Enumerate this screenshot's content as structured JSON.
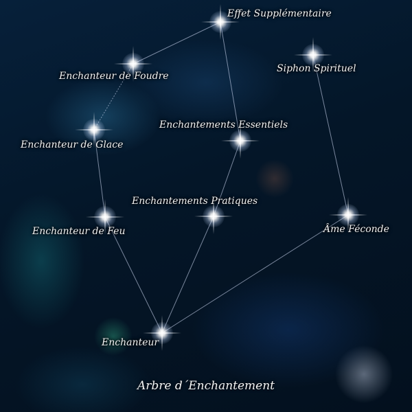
{
  "title": "Arbre d´Enchantement",
  "nodes": [
    {
      "id": "effet",
      "label": "Effet Supplémentaire"
    },
    {
      "id": "foudre",
      "label": "Enchanteur de Foudre"
    },
    {
      "id": "siphon",
      "label": "Siphon Spirituel"
    },
    {
      "id": "glace",
      "label": "Enchanteur de Glace"
    },
    {
      "id": "essentiels",
      "label": "Enchantements Essentiels"
    },
    {
      "id": "pratiques",
      "label": "Enchantements Pratiques"
    },
    {
      "id": "feu",
      "label": "Enchanteur de Feu"
    },
    {
      "id": "ame",
      "label": "Âme Féconde"
    },
    {
      "id": "enchanteur",
      "label": "Enchanteur"
    }
  ]
}
